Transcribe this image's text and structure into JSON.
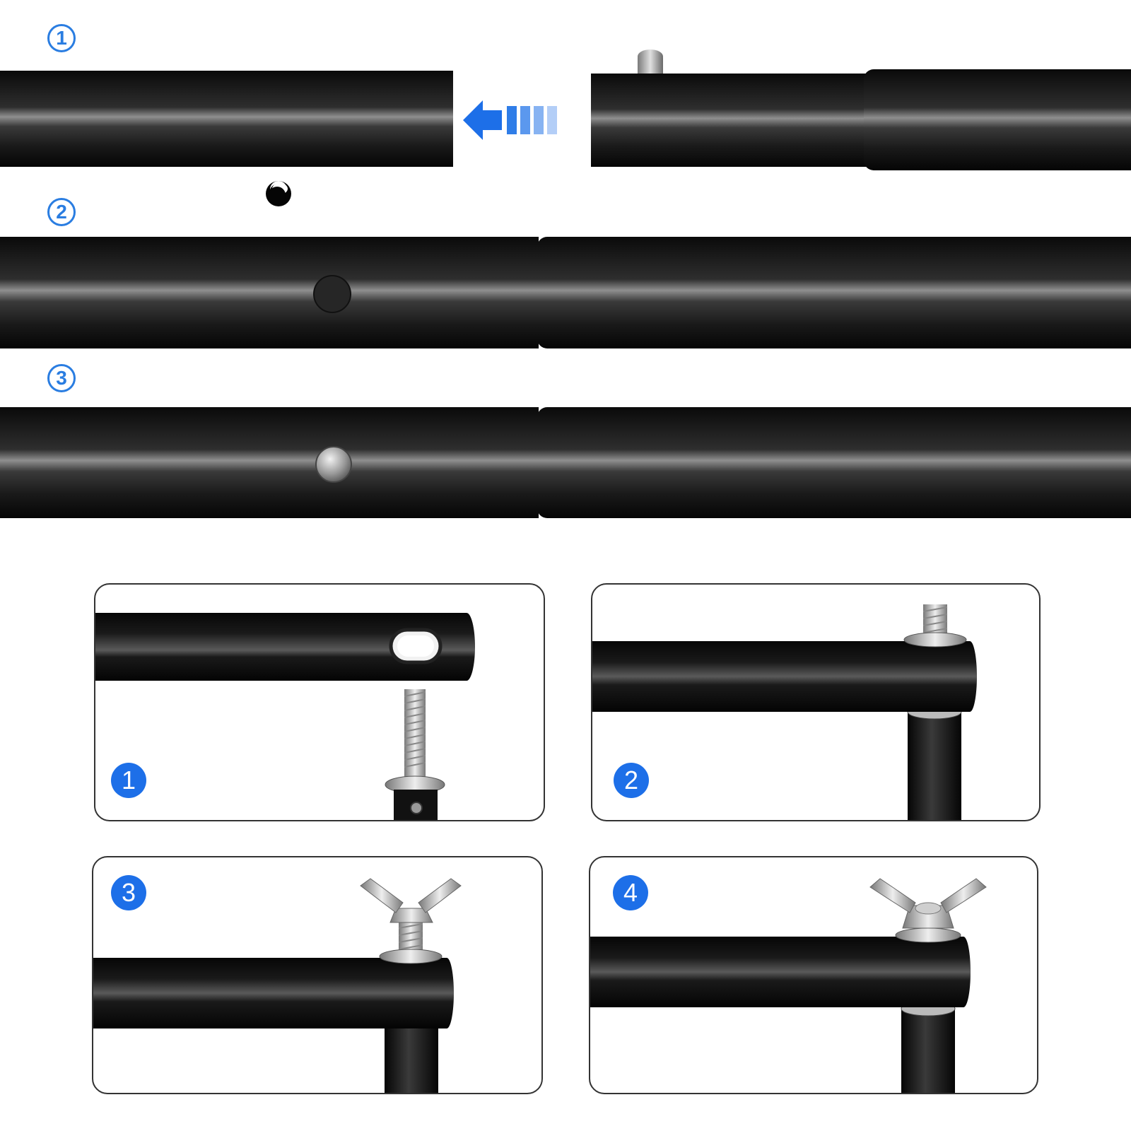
{
  "top_steps": [
    {
      "label": "1"
    },
    {
      "label": "2"
    },
    {
      "label": "3"
    }
  ],
  "panels": [
    {
      "label": "1"
    },
    {
      "label": "2"
    },
    {
      "label": "3"
    },
    {
      "label": "4"
    }
  ],
  "colors": {
    "accent": "#1d6fe8",
    "outline": "#2a7de1",
    "tube": "#111111"
  },
  "icons": {
    "arrow": "arrow-left-icon"
  }
}
